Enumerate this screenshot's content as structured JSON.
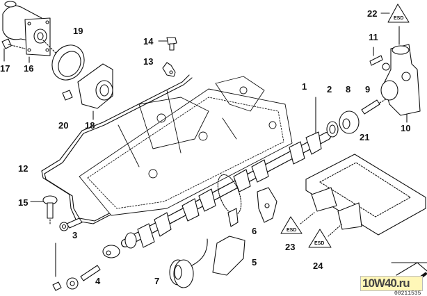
{
  "diagram": {
    "type": "exploded-parts-diagram",
    "subject": "Camshaft / Vanos assembly with control unit",
    "callouts": [
      {
        "id": "1",
        "part": "camshaft (intake)"
      },
      {
        "id": "2",
        "part": "bearing ring"
      },
      {
        "id": "3",
        "part": "ring eyelet connector"
      },
      {
        "id": "4",
        "part": "bolt and nut"
      },
      {
        "id": "5",
        "part": "sensor bracket"
      },
      {
        "id": "6",
        "part": "bracket"
      },
      {
        "id": "7",
        "part": "seal plug with lead"
      },
      {
        "id": "8",
        "part": "sprocket adapter"
      },
      {
        "id": "9",
        "part": "screw"
      },
      {
        "id": "10",
        "part": "solenoid valve"
      },
      {
        "id": "11",
        "part": "screw"
      },
      {
        "id": "12",
        "part": "line / pipe"
      },
      {
        "id": "13",
        "part": "clip"
      },
      {
        "id": "14",
        "part": "bolt"
      },
      {
        "id": "15",
        "part": "bolt"
      },
      {
        "id": "16",
        "part": "actuator motor"
      },
      {
        "id": "17",
        "part": "screw"
      },
      {
        "id": "18",
        "part": "housing cover"
      },
      {
        "id": "19",
        "part": "sealing ring"
      },
      {
        "id": "20",
        "part": "screw"
      },
      {
        "id": "21",
        "part": "adapter"
      },
      {
        "id": "22",
        "part": "ESD warning label"
      },
      {
        "id": "23",
        "part": "ESD warning label"
      },
      {
        "id": "24",
        "part": "ESD warning label"
      }
    ]
  },
  "labels": {
    "l1": "1",
    "l2": "2",
    "l3": "3",
    "l4": "4",
    "l5": "5",
    "l6": "6",
    "l7": "7",
    "l8": "8",
    "l9": "9",
    "l10": "10",
    "l11": "11",
    "l12": "12",
    "l13": "13",
    "l14": "14",
    "l15": "15",
    "l16": "16",
    "l17": "17",
    "l18": "18",
    "l19": "19",
    "l20": "20",
    "l21": "21",
    "l22": "22",
    "l23": "23",
    "l24": "24"
  },
  "watermark": "10W40.ru",
  "diagram_code": "00211535"
}
